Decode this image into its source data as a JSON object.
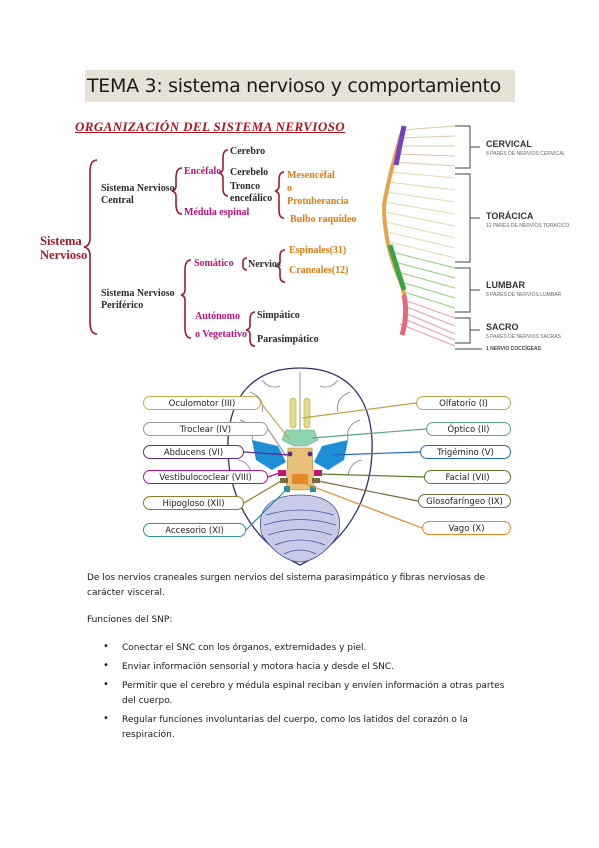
{
  "title": "TEMA 3: sistema nervioso y comportamiento",
  "organization": {
    "heading": "ORGANIZACIÓN DEL SISTEMA NERVIOSO",
    "root": "Sistema Nervioso",
    "central": "Sistema Nervioso Central",
    "encefalo": "Encéfalo",
    "cerebro": "Cerebro",
    "cerebelo": "Cerebelo",
    "tronco": "Tronco encefálico",
    "mesencefalo": "Mesencéfal",
    "o": "o",
    "protuberancia": "Protuberancia",
    "bulbo": "Bulbo raquídeo",
    "medula": "Médula espinal",
    "periferico": "Sistema Nervioso Periférico",
    "somatico": "Somático",
    "nervios": "Nervios",
    "espinales": "Espinales(31)",
    "craneales": "Craneales(12)",
    "autonomo": "Autónomo",
    "vegetativo": "o Vegetativo",
    "simpatico": "Simpático",
    "parasimpatico": "Parasimpático"
  },
  "spine": {
    "cervical": "CERVICAL",
    "cervical_sub": "8 PARES DE NERVIOS CERVICAL",
    "toracica": "TORÁCICA",
    "toracica_sub": "12 PARES DE NERVIOS TORACICO",
    "lumbar": "LUMBAR",
    "lumbar_sub": "5 PARES DE NERVIOS LUMBAR",
    "sacro": "SACRO",
    "sacro_sub": "5 PARES DE NERVIOS SACRAS",
    "coccigeas": "1 NERVIO COCCÍGEAS"
  },
  "cranial_nerves": {
    "left": [
      "Oculomotor (III)",
      "Troclear (IV)",
      "Abducens (VI)",
      "Vestibulococlear (VIII)",
      "Hipogloso (XII)",
      "Accesorio (XI)"
    ],
    "right": [
      "Olfatorio (I)",
      "Óptico (II)",
      "Trigémino (V)",
      "Facial (VII)",
      "Glosofaríngeo (IX)",
      "Vago (X)"
    ],
    "left_colors": [
      "#c8a94a",
      "#9a9a9a",
      "#5c2c86",
      "#b3128a",
      "#8e7a2f",
      "#2f8f9d"
    ],
    "right_colors": [
      "#bda54a",
      "#5aa58a",
      "#1e67c9",
      "#5a7a2a",
      "#7a6a3a",
      "#e5882a"
    ]
  },
  "text": {
    "intro": "De los nervios craneales surgen nervios del sistema parasimpático y fibras nerviosas de carácter visceral.",
    "functions_title": "Funciones del SNP:",
    "bullet_symbol": "•",
    "functions": [
      "Conectar el SNC con los órganos, extremidades y piel.",
      "Enviar información sensorial y motora hacia y desde el SNC.",
      "Permitir que el cerebro y médula espinal reciban y envíen información a otras partes del cuerpo.",
      "Regular funciones involuntarias del cuerpo, como los latidos del corazón o la respiración."
    ]
  }
}
